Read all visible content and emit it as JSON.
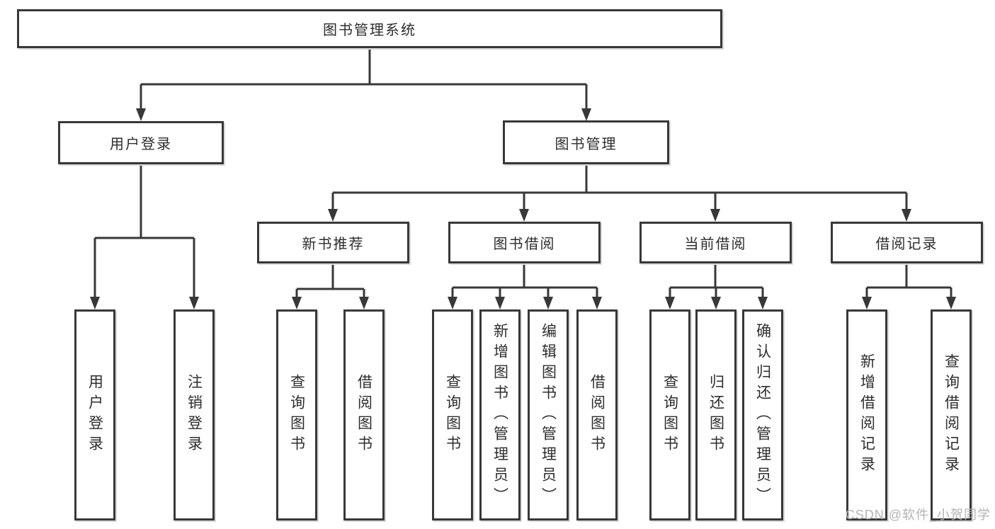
{
  "tree": {
    "root": "图书管理系统",
    "children": [
      {
        "label": "用户登录",
        "children": [
          "用户登录",
          "注销登录"
        ]
      },
      {
        "label": "图书管理",
        "children": [
          {
            "label": "新书推荐",
            "children": [
              "查询图书",
              "借阅图书"
            ]
          },
          {
            "label": "图书借阅",
            "children": [
              "查询图书",
              "新增图书（管理员）",
              "编辑图书（管理员）",
              "借阅图书"
            ]
          },
          {
            "label": "当前借阅",
            "children": [
              "查询图书",
              "归还图书",
              "确认归还（管理员）"
            ]
          },
          {
            "label": "借阅记录",
            "children": [
              "新增借阅记录",
              "查询借阅记录"
            ]
          }
        ]
      }
    ]
  },
  "watermark": "CSDN @软件_小贺同学",
  "colors": {
    "line": "#383838",
    "text": "#2d2d2d",
    "box_background": "#ffffff",
    "watermark": "#b3b3b3"
  }
}
